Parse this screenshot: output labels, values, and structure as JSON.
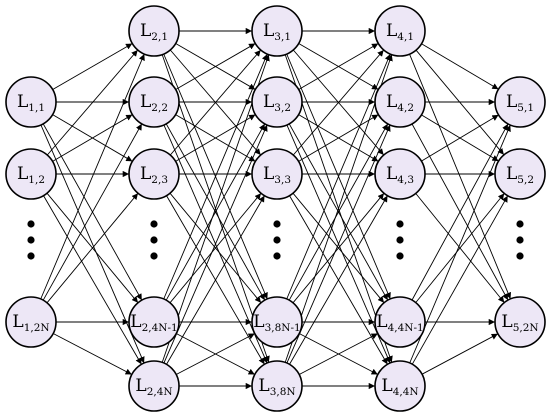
{
  "diagram": {
    "node_fill": "#ede7f6",
    "edge_color": "#000000",
    "layers": [
      {
        "nodes": [
          {
            "id": "L11",
            "base": "L",
            "sub": "1,1"
          },
          {
            "id": "L12",
            "base": "L",
            "sub": "1,2"
          },
          {
            "id": "L1d",
            "ellipsis": true
          },
          {
            "id": "L12N",
            "base": "L",
            "sub": "1,2N"
          }
        ]
      },
      {
        "nodes": [
          {
            "id": "L21",
            "base": "L",
            "sub": "2,1"
          },
          {
            "id": "L22",
            "base": "L",
            "sub": "2,2"
          },
          {
            "id": "L23",
            "base": "L",
            "sub": "2,3"
          },
          {
            "id": "L2d",
            "ellipsis": true
          },
          {
            "id": "L24Nm1",
            "base": "L",
            "sub": "2,4N-1"
          },
          {
            "id": "L24N",
            "base": "L",
            "sub": "2,4N"
          }
        ]
      },
      {
        "nodes": [
          {
            "id": "L31",
            "base": "L",
            "sub": "3,1"
          },
          {
            "id": "L32",
            "base": "L",
            "sub": "3,2"
          },
          {
            "id": "L33",
            "base": "L",
            "sub": "3,3"
          },
          {
            "id": "L3d",
            "ellipsis": true
          },
          {
            "id": "L38Nm1",
            "base": "L",
            "sub": "3,8N-1"
          },
          {
            "id": "L38N",
            "base": "L",
            "sub": "3,8N"
          }
        ]
      },
      {
        "nodes": [
          {
            "id": "L41",
            "base": "L",
            "sub": "4,1"
          },
          {
            "id": "L42",
            "base": "L",
            "sub": "4,2"
          },
          {
            "id": "L43",
            "base": "L",
            "sub": "4,3"
          },
          {
            "id": "L4d",
            "ellipsis": true
          },
          {
            "id": "L44Nm1",
            "base": "L",
            "sub": "4,4N-1"
          },
          {
            "id": "L44N",
            "base": "L",
            "sub": "4,4N"
          }
        ]
      },
      {
        "nodes": [
          {
            "id": "L51",
            "base": "L",
            "sub": "5,1"
          },
          {
            "id": "L52",
            "base": "L",
            "sub": "5,2"
          },
          {
            "id": "L5d",
            "ellipsis": true
          },
          {
            "id": "L52N",
            "base": "L",
            "sub": "5,2N"
          }
        ]
      }
    ],
    "connectivity": "fully-connected between adjacent layers"
  }
}
